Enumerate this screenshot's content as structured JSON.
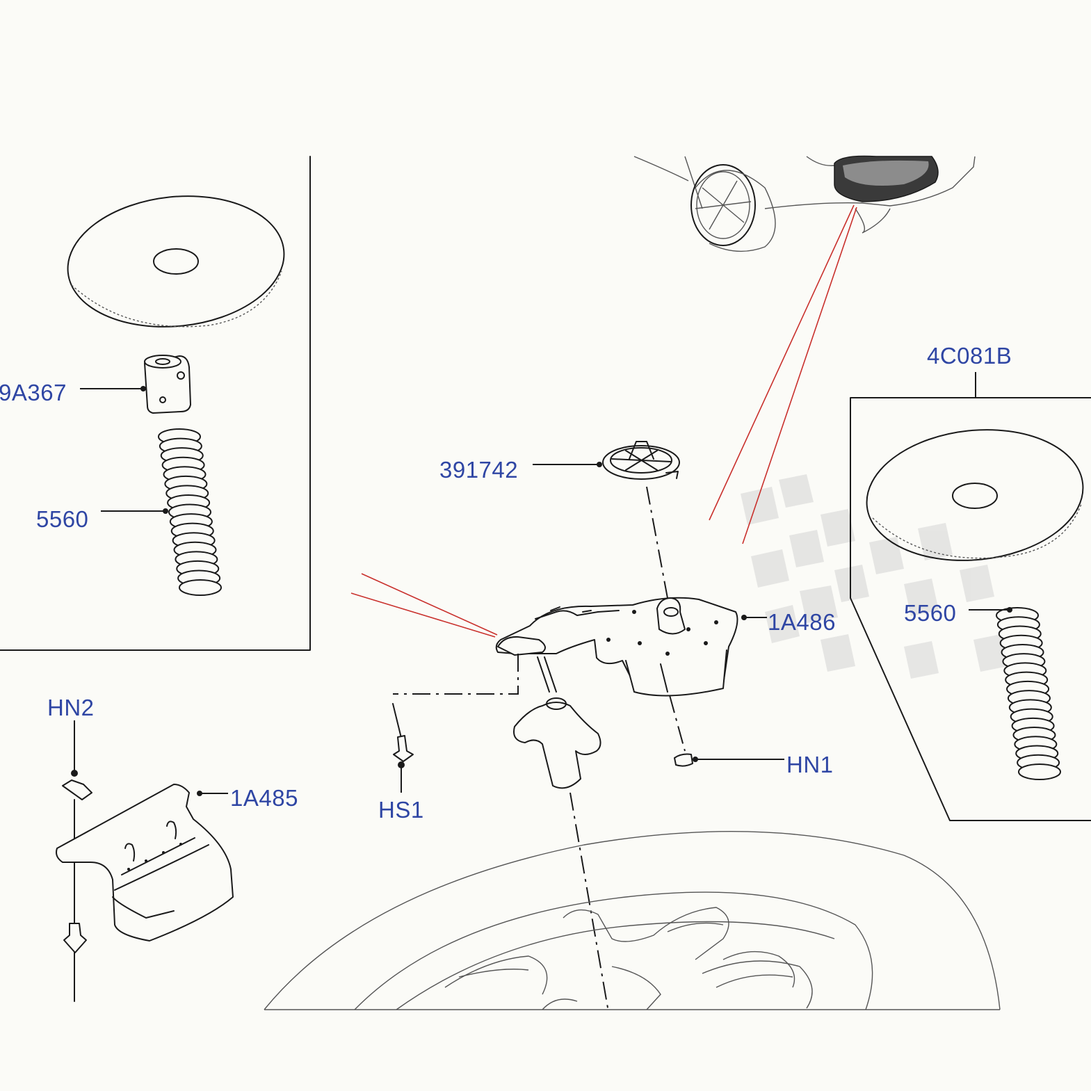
{
  "colors": {
    "callout_text": "#2f46a4",
    "line_art": "#1a1a1a",
    "guide_lines": "#c9302c",
    "background": "#fbfbf7"
  },
  "callouts": {
    "part_9a367": "9A367",
    "part_5560_left": "5560",
    "part_391742": "391742",
    "part_4c081b": "4C081B",
    "part_1a486": "1A486",
    "part_5560_right": "5560",
    "part_hn2": "HN2",
    "part_1a485": "1A485",
    "part_hs1": "HS1",
    "part_hn1": "HN1"
  },
  "icons": {
    "spare_wheel_cover": "disc-cover-icon",
    "spring": "coil-spring-icon",
    "retainer": "nut-retainer-icon",
    "bracket": "mounting-bracket-icon",
    "vehicle": "vehicle-rear-icon",
    "wheel": "spare-wheel-icon"
  }
}
